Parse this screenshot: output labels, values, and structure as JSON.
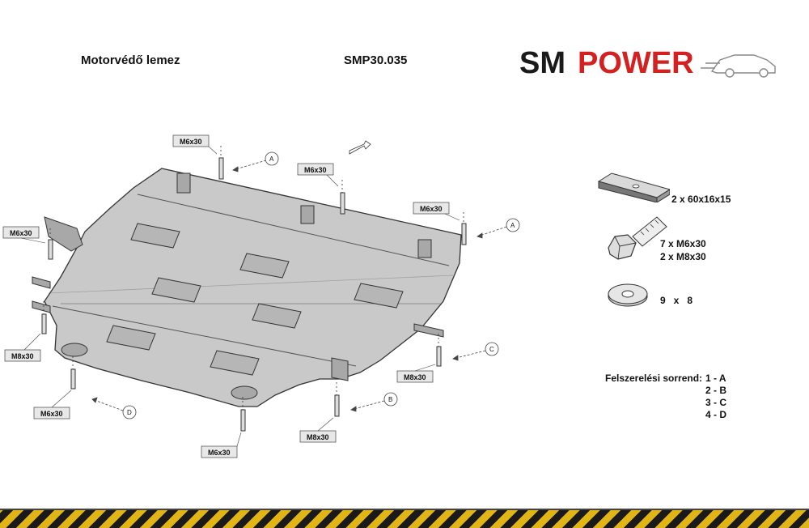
{
  "header": {
    "title": "Motorvédő lemez",
    "code": "SMP30.035",
    "logo_sm": "SM",
    "logo_power": "POWER",
    "logo_colors": {
      "sm": "#1a1a1a",
      "power": "#d32020"
    }
  },
  "diagram": {
    "bolt_tags": [
      {
        "id": "t1",
        "label": "M6x30"
      },
      {
        "id": "t2",
        "label": "M6x30"
      },
      {
        "id": "t3",
        "label": "M6x30"
      },
      {
        "id": "t4",
        "label": "M6x30"
      },
      {
        "id": "t5",
        "label": "M8x30"
      },
      {
        "id": "t6",
        "label": "M8x30"
      },
      {
        "id": "t7",
        "label": "M6x30"
      },
      {
        "id": "t8",
        "label": "M6x30"
      },
      {
        "id": "t9",
        "label": "M8x30"
      }
    ],
    "markers": [
      "A",
      "A",
      "B",
      "C",
      "D"
    ],
    "direction_icon": "front-direction-arrow-icon"
  },
  "parts": {
    "bracket": {
      "icon": "plate-bracket-icon",
      "label": "2 x 60x16x15"
    },
    "bolts": {
      "icon": "hex-bolt-icon",
      "label_m6": "7 x M6x30",
      "label_m8": "2 x M8x30"
    },
    "washer": {
      "icon": "washer-icon",
      "label": "9   x   8"
    }
  },
  "installation": {
    "label": "Felszerelési sorrend:",
    "steps": [
      "1 - A",
      "2 - B",
      "3 - C",
      "4 - D"
    ]
  },
  "footer": {
    "pattern": "hazard-stripes",
    "colors": [
      "#e2b517",
      "#1a1a1a"
    ]
  }
}
